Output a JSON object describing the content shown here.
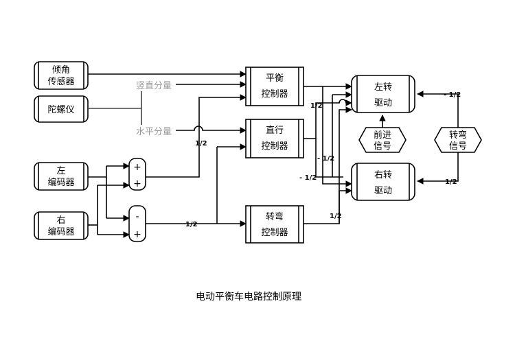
{
  "sensors": {
    "tilt": [
      "倾角",
      "传感器"
    ],
    "gyro": "陀螺仪",
    "left_encoder": [
      "左",
      "编码器"
    ],
    "right_encoder": [
      "右",
      "编码器"
    ]
  },
  "gray_labels": {
    "vertical": "竖直分量",
    "horizontal": "水平分量"
  },
  "controllers": {
    "balance": [
      "平衡",
      "控制器"
    ],
    "straight": [
      "直行",
      "控制器"
    ],
    "turn": [
      "转弯",
      "控制器"
    ]
  },
  "drives": {
    "left": [
      "左转",
      "驱动"
    ],
    "right": [
      "右转",
      "驱动"
    ]
  },
  "signals": {
    "forward": [
      "前进",
      "信号"
    ],
    "turn": [
      "转弯",
      "信号"
    ]
  },
  "adders": {
    "plus": "+",
    "minus": "-"
  },
  "gains": {
    "half": "1/2",
    "neg_half": "- 1/2"
  },
  "caption": "电动平衡车电路控制原理"
}
